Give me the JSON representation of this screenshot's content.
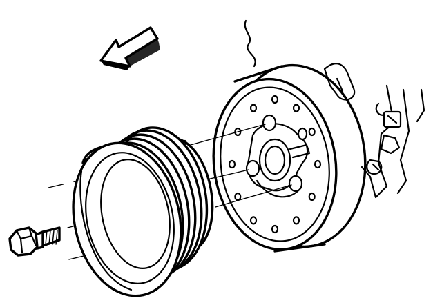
{
  "diagram": {
    "ink_color": "#000000",
    "background_color": "#ffffff",
    "parts": [
      {
        "name": "direction-arrow",
        "icon": "arrow-left-icon"
      },
      {
        "name": "bolt",
        "icon": "bolt-icon"
      },
      {
        "name": "crankshaft-pulley",
        "icon": "pulley-icon"
      },
      {
        "name": "harmonic-balancer",
        "icon": "balancer-icon"
      },
      {
        "name": "engine-block-bracket",
        "icon": "bracket-icon"
      }
    ],
    "counts": {
      "pulley_grooves": 4,
      "balancer_bolt_holes": 12
    }
  }
}
